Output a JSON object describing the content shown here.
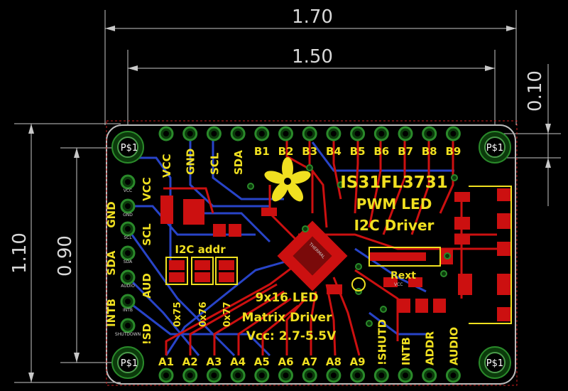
{
  "dimensions": {
    "top_width": "1.70",
    "inner_width": "1.50",
    "right_offset": "0.10",
    "left_height": "1.10",
    "inner_height": "0.90"
  },
  "board": {
    "title": "IS31FL3731",
    "subtitle_1": "PWM LED",
    "subtitle_2": "I2C Driver",
    "desc_1": "9x16 LED",
    "desc_2": "Matrix Driver",
    "desc_3": "Vcc: 2.7-5.5V",
    "i2c_addr": "I2C addr",
    "rext": "Rext",
    "vcc_small": "VCC",
    "addr_1": "0x75",
    "addr_2": "0x76",
    "addr_3": "0x77",
    "mounting_hole": "P$1"
  },
  "top_pins": [
    "VCC",
    "GND",
    "SCL",
    "SDA",
    "B1",
    "B2",
    "B3",
    "B4",
    "B5",
    "B6",
    "B7",
    "B8",
    "B9"
  ],
  "left_pins": [
    "VCC",
    "GND",
    "SCL",
    "SDA",
    "AUD",
    "INTB",
    "!SD"
  ],
  "left_small_labels": [
    "VCC",
    "GND",
    "SCL",
    "SDA",
    "AUDIO",
    "INTB",
    "SHUTDOWN"
  ],
  "bottom_pins": [
    "A1",
    "A2",
    "A3",
    "A4",
    "A5",
    "A6",
    "A7",
    "A8",
    "A9",
    "!SHUTD",
    "INTB",
    "ADDR",
    "AUDIO"
  ],
  "colors": {
    "silkscreen": "#f0e020",
    "top_copper": "#cc1010",
    "bottom_copper": "#2844c8",
    "pad_green": "#2a8a2a",
    "outline": "#c0c0c0"
  }
}
